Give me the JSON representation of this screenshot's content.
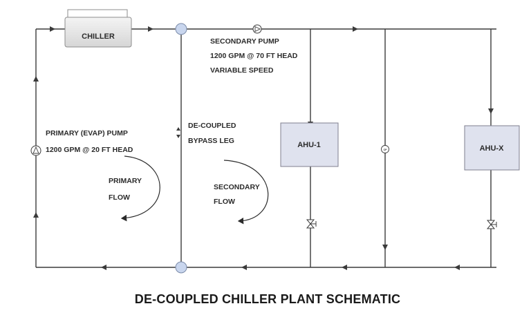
{
  "title": "DE-COUPLED CHILLER PLANT SCHEMATIC",
  "components": {
    "chiller": "CHILLER",
    "ahu1": "AHU-1",
    "ahux": "AHU-X",
    "cp_tag": "CP"
  },
  "secondary_pump": {
    "line1": "SECONDARY PUMP",
    "line2": "1200 GPM @ 70 FT HEAD",
    "line3": "VARIABLE SPEED"
  },
  "primary_pump": {
    "line1": "PRIMARY (EVAP) PUMP",
    "line2": "1200 GPM @ 20 FT HEAD"
  },
  "bypass": {
    "line1": "DE-COUPLED",
    "line2": "BYPASS LEG"
  },
  "primary_flow": {
    "line1": "PRIMARY",
    "line2": "FLOW"
  },
  "secondary_flow": {
    "line1": "SECONDARY",
    "line2": "FLOW"
  },
  "colors": {
    "pipe": "#3a3a3a",
    "box_fill": "#dfe2ee",
    "node_fill": "#c9d6ee"
  }
}
